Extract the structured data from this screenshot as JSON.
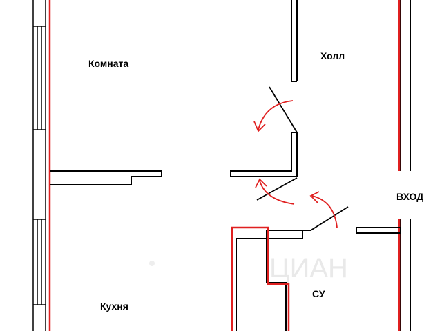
{
  "labels": {
    "room": "Комната",
    "hall": "Холл",
    "entrance": "ВХОД",
    "kitchen": "Кухня",
    "bathroom": "СУ"
  },
  "watermark": {
    "text": "ЦИАН"
  },
  "colors": {
    "wall": "#000000",
    "red_marking": "#e02020",
    "background": "#ffffff"
  }
}
